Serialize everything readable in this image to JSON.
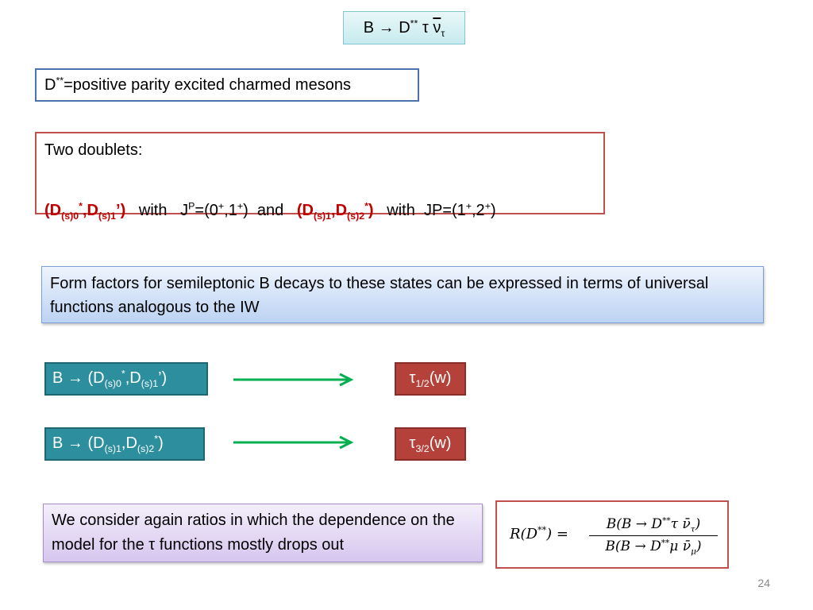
{
  "title": {
    "prefix": "B ",
    "arrow": "→",
    "d": " D",
    "sup": "**",
    "tau": "  τ  ",
    "nu": "ν",
    "nu_sub": "τ"
  },
  "dstar_box": {
    "d": "D",
    "sup": "**",
    "text": "=positive parity excited charmed mesons"
  },
  "doublets": {
    "heading": "Two doublets:",
    "d1": "(D",
    "d1_sub": "(s)0",
    "d1_sup": "*",
    "d2": ",D",
    "d2_sub": "(s)1",
    "d2_end": "’)",
    "with1": "   with   J",
    "with1_sup": "P",
    "with1_rest1": "=(0",
    "plus1": "+",
    "with1_rest2": ",1",
    "plus2": "+",
    "with1_rest3": ")  and   ",
    "d3": "(D",
    "d3_sub": "(s)1",
    "d4": ",D",
    "d4_sub": "(s)2",
    "d4_sup": "*",
    "d4_end": ")",
    "with2": "   with  JP=(1",
    "plus3": "+",
    "with2_mid": ",2",
    "plus4": "+",
    "with2_end": ")"
  },
  "form_factors": "Form factors for semileptonic  B decays to these states can  be expressed in terms of universal functions analogous to the IW",
  "row1": {
    "b": "B ",
    "arrow": "→",
    "open": " (D",
    "s1": "(s)0",
    "star": "*",
    "comma": ",D",
    "s2": "(s)1",
    "close": "’)",
    "tau": "τ",
    "tau_sub": "1/2",
    "w": "(w)"
  },
  "row2": {
    "b": "B ",
    "arrow": "→",
    "open": " (D",
    "s1": "(s)1",
    "comma": ",D",
    "s2": "(s)2",
    "star": "*",
    "close": ")",
    "tau": "τ",
    "tau_sub": "3/2",
    "w": "(w)"
  },
  "consider": "We consider again ratios in which the dependence on the  model for the τ functions mostly drops out",
  "formula": {
    "lhs": "R(D",
    "lhs_sup": "**",
    "lhs_end": ") =",
    "num": "B(B → D",
    "num_sup": "**",
    "num_end": "τ ν̄",
    "num_sub": "τ",
    "num_close": ")",
    "den": "B(B → D",
    "den_sup": "**",
    "den_end": "μ ν̄",
    "den_sub": "μ",
    "den_close": ")"
  },
  "page_number": "24",
  "colors": {
    "red_text": "#c00000",
    "teal": "#2d8e9e",
    "box_red": "#b5413b",
    "arrow_green": "#00b050"
  }
}
